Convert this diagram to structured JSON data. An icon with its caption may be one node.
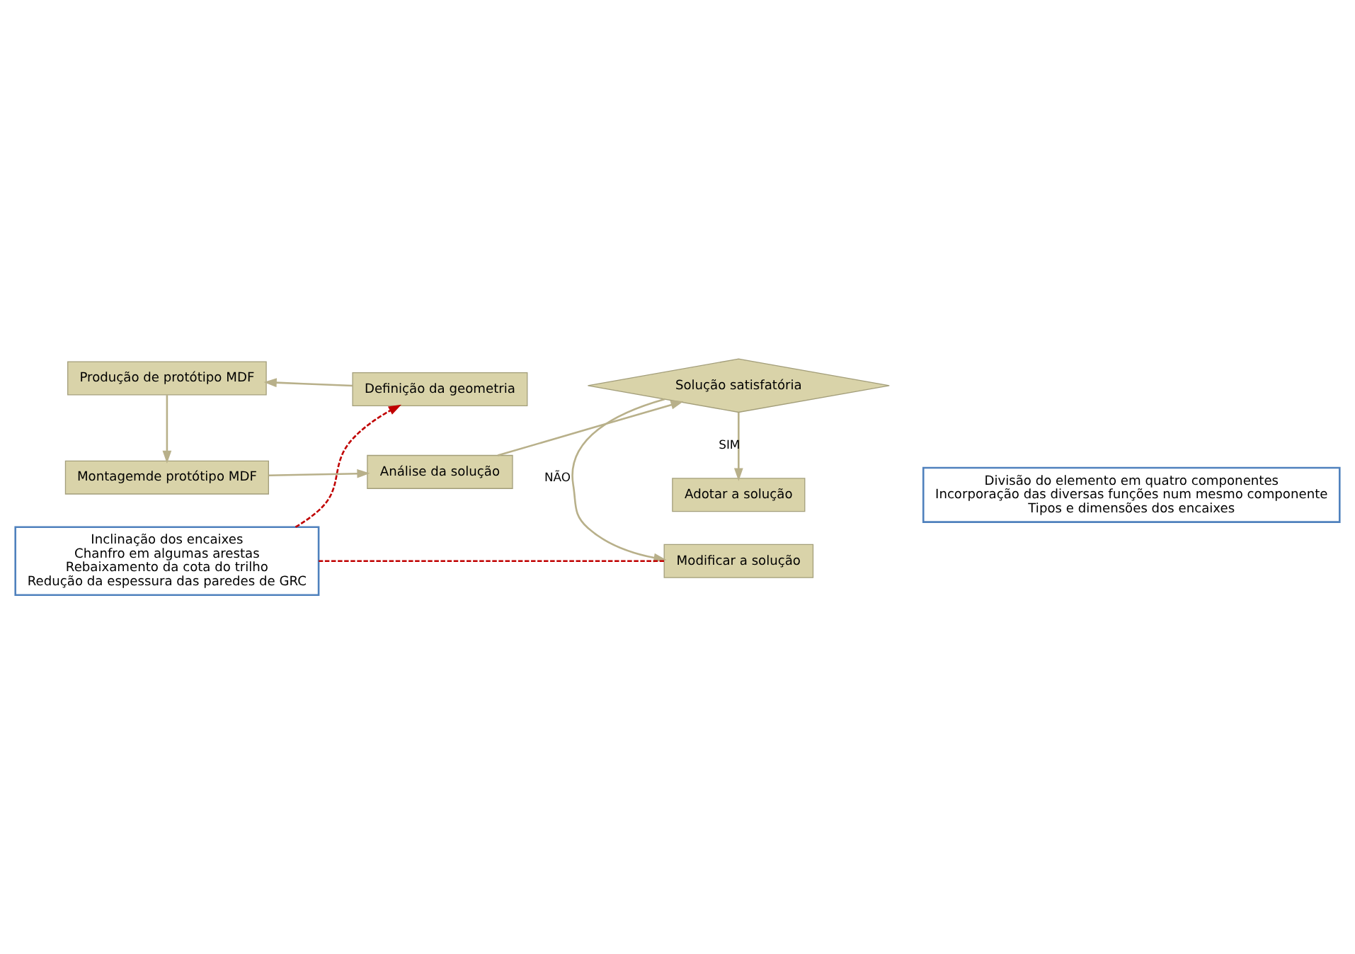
{
  "diagram": {
    "nodes": [
      {
        "text": [
          "Inclinação dos encaixes",
          "Chanfro em algumas arestas",
          "Rebaixamento da cota do trilho",
          "Redução da espessura das paredes de GRC"
        ]
      },
      {
        "text": [
          "Definição da geometria"
        ]
      },
      {
        "text": [
          "Produção de protótipo MDF"
        ]
      },
      {
        "text": [
          "Montagemde protótipo MDF"
        ]
      },
      {
        "text": [
          "Análise da solução"
        ]
      },
      {
        "text": [
          "Solução satisfatória"
        ]
      },
      {
        "text": [
          "Modificar a solução"
        ]
      },
      {
        "text": [
          "Adotar a solução"
        ]
      },
      {
        "text": [
          "Divisão do elemento em quatro componentes",
          "Incorporação das diversas funções num mesmo componente",
          "Tipos e dimensões dos encaixes"
        ]
      }
    ],
    "edges": [
      {
        "from": 1,
        "to": 2,
        "arrow": "to"
      },
      {
        "from": 2,
        "to": 3,
        "arrow": "to"
      },
      {
        "from": 3,
        "to": 4,
        "arrow": "to"
      },
      {
        "from": 4,
        "to": 5,
        "arrow": "to"
      },
      {
        "from": 5,
        "to": 6,
        "arrow": "to",
        "label": "NÃO"
      },
      {
        "from": 5,
        "to": 7,
        "arrow": "to",
        "label": "SIM"
      },
      {
        "from": 6,
        "to": 0,
        "arrow": "none",
        "style": "dashed",
        "color": "#c00000"
      },
      {
        "from": 0,
        "to": 1,
        "arrow": "to",
        "style": "dashed",
        "color": "#c00000"
      }
    ]
  }
}
